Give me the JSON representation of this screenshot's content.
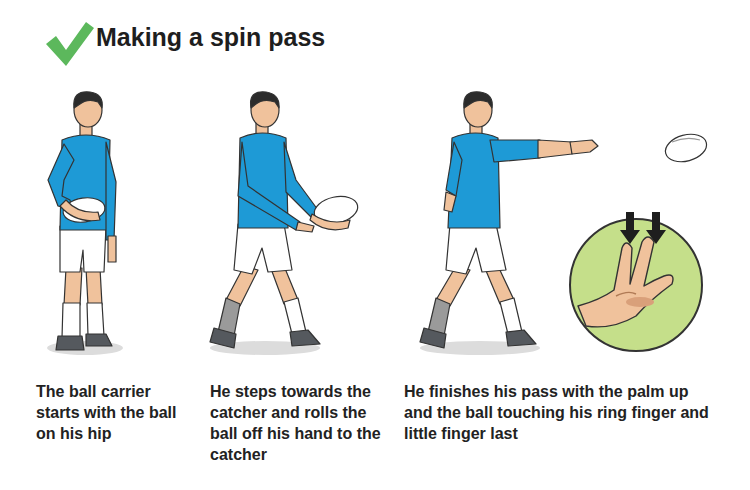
{
  "diagram": {
    "title": "Making a spin pass",
    "labels": [
      "The ball carrier starts with the ball on his hip",
      "He steps towards the catcher and rolls the ball off his hand to the catcher",
      "He finishes his pass with the palm up and the ball touching his ring finger and little finger last"
    ]
  }
}
